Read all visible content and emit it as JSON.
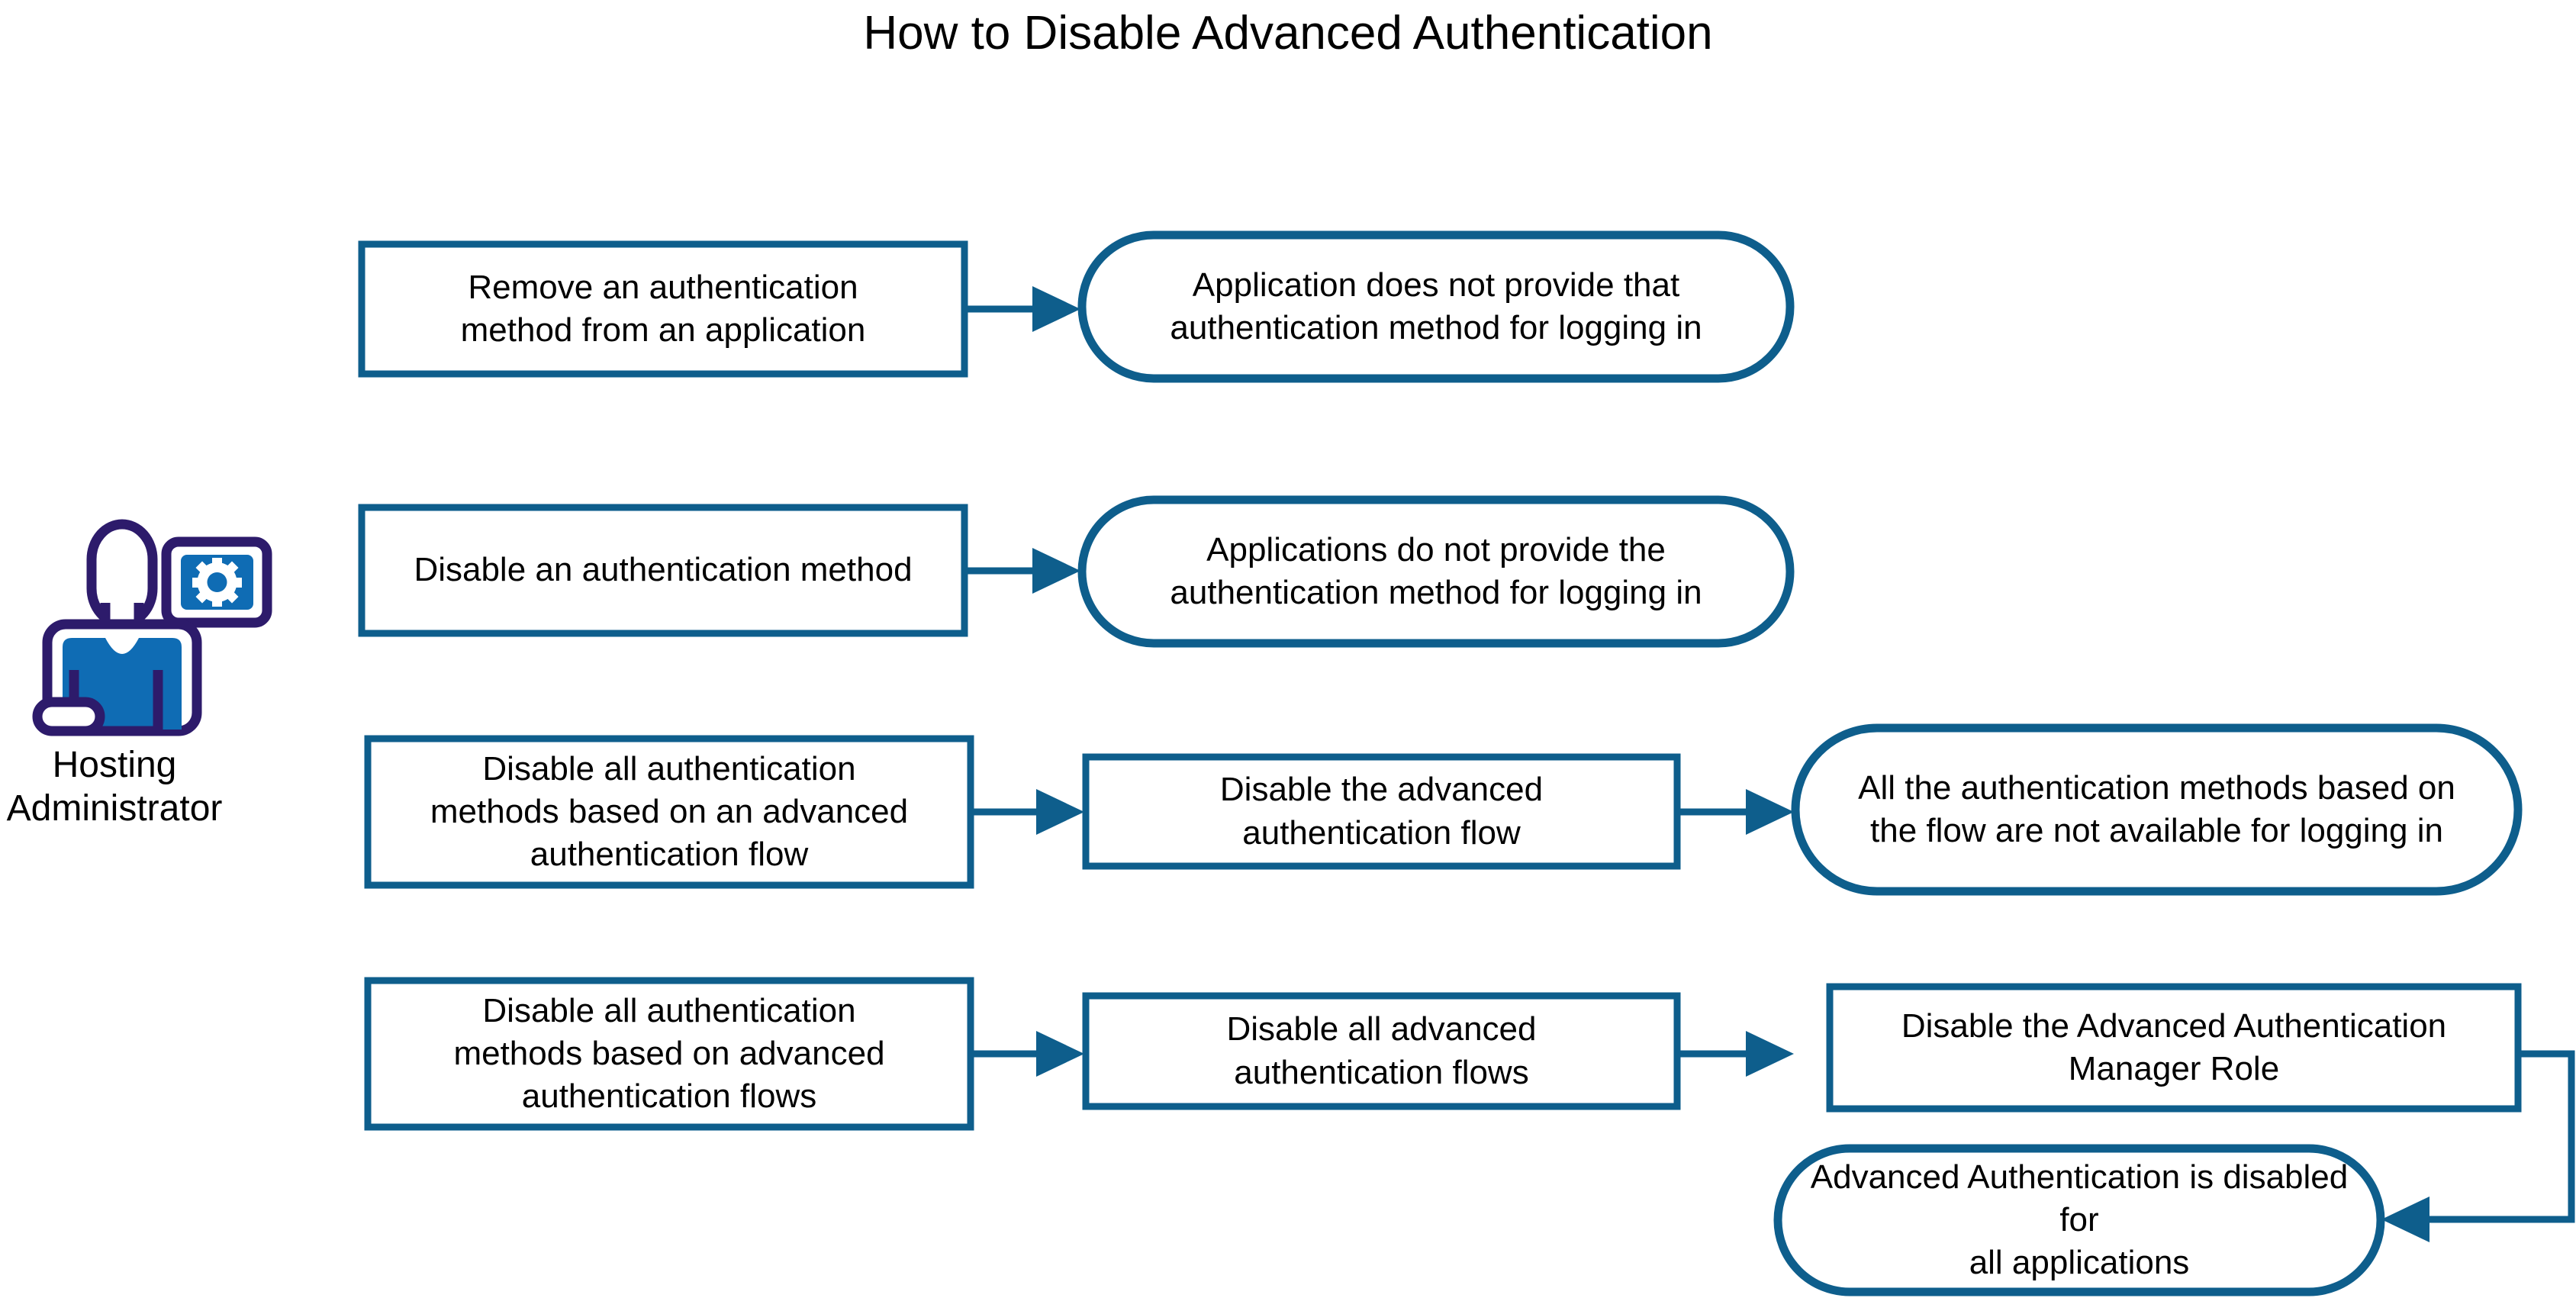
{
  "title": "How to Disable Advanced Authentication",
  "colors": {
    "accent_blue": "#0e5e8c",
    "icon_blue": "#0f6cb4",
    "icon_outline": "#2d1b6b",
    "text": "#000000",
    "background": "#ffffff"
  },
  "actor": {
    "icon_name": "hosting-administrator-icon",
    "label": "Hosting\nAdministrator"
  },
  "rows": [
    {
      "id": "row-1",
      "nodes": [
        {
          "id": "r1-n1",
          "shape": "rect",
          "label": "Remove an authentication\nmethod from an application"
        },
        {
          "id": "r1-n2",
          "shape": "stadium",
          "label": "Application does not provide that\nauthentication method for logging in"
        }
      ]
    },
    {
      "id": "row-2",
      "nodes": [
        {
          "id": "r2-n1",
          "shape": "rect",
          "label": "Disable an authentication method"
        },
        {
          "id": "r2-n2",
          "shape": "stadium",
          "label": "Applications do not provide the\nauthentication method for logging in"
        }
      ]
    },
    {
      "id": "row-3",
      "nodes": [
        {
          "id": "r3-n1",
          "shape": "rect",
          "label": "Disable all authentication\nmethods based on an advanced\nauthentication flow"
        },
        {
          "id": "r3-n2",
          "shape": "rect",
          "label": "Disable the advanced\nauthentication flow"
        },
        {
          "id": "r3-n3",
          "shape": "stadium",
          "label": "All the authentication methods based on\nthe flow are not available for logging in"
        }
      ]
    },
    {
      "id": "row-4",
      "nodes": [
        {
          "id": "r4-n1",
          "shape": "rect",
          "label": "Disable all authentication\nmethods based on advanced\nauthentication flows"
        },
        {
          "id": "r4-n2",
          "shape": "rect",
          "label": "Disable all advanced\nauthentication flows"
        },
        {
          "id": "r4-n3",
          "shape": "rect",
          "label": "Disable the Advanced Authentication\nManager Role"
        },
        {
          "id": "r4-n4",
          "shape": "stadium",
          "label": "Advanced Authentication is disabled for\nall applications"
        }
      ]
    }
  ],
  "connectors": [
    {
      "id": "c1",
      "from": "r1-n1",
      "to": "r1-n2",
      "type": "straight-arrow"
    },
    {
      "id": "c2",
      "from": "r2-n1",
      "to": "r2-n2",
      "type": "straight-arrow"
    },
    {
      "id": "c3",
      "from": "r3-n1",
      "to": "r3-n2",
      "type": "straight-arrow"
    },
    {
      "id": "c4",
      "from": "r3-n2",
      "to": "r3-n3",
      "type": "straight-arrow"
    },
    {
      "id": "c5",
      "from": "r4-n1",
      "to": "r4-n2",
      "type": "straight-arrow"
    },
    {
      "id": "c6",
      "from": "r4-n2",
      "to": "r4-n3",
      "type": "straight-arrow"
    },
    {
      "id": "c7",
      "from": "r4-n3",
      "to": "r4-n4",
      "type": "elbow-arrow"
    }
  ]
}
